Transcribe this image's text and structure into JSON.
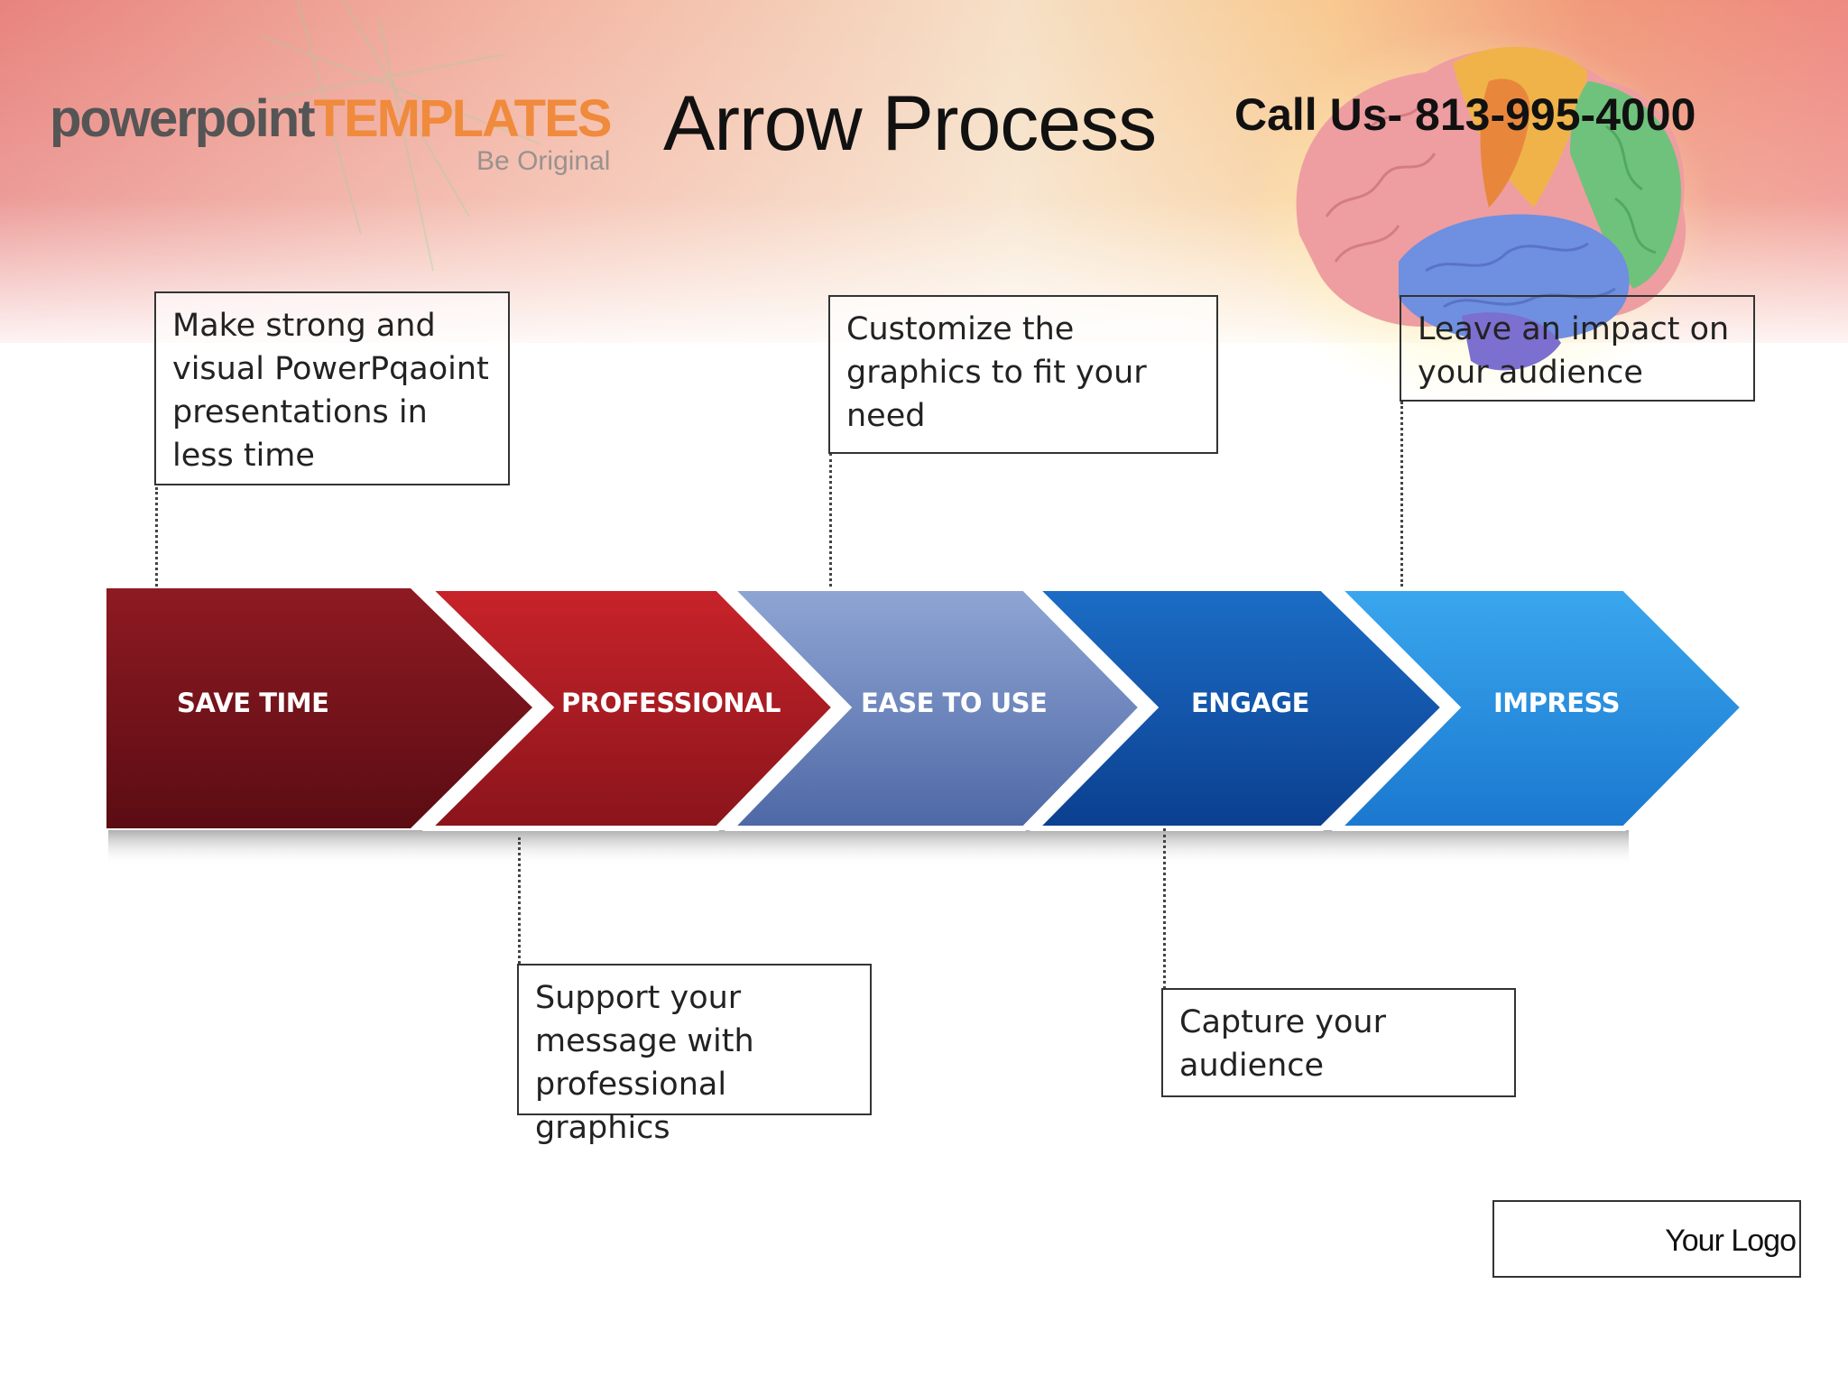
{
  "header": {
    "logo_part1": "powerpoint",
    "logo_part2": "TEMPLATES",
    "logo_tagline": "Be Original",
    "title": "Arrow Process",
    "phone": "Call Us- 813-995-4000"
  },
  "steps": [
    {
      "label": "SAVE TIME",
      "color_top": "#8e1a22",
      "color_bottom": "#5b0c13"
    },
    {
      "label": "PROFESSIONAL",
      "color_top": "#c8232a",
      "color_bottom": "#8a141b"
    },
    {
      "label": "EASE TO USE",
      "color_top": "#8fa6d4",
      "color_bottom": "#4e68a6"
    },
    {
      "label": "ENGAGE",
      "color_top": "#1c6dc6",
      "color_bottom": "#0b3f8f"
    },
    {
      "label": "IMPRESS",
      "color_top": "#3aa7ee",
      "color_bottom": "#1a78cf"
    }
  ],
  "callouts": {
    "save_time": "Make strong and visual PowerPqaoint presentations in less time",
    "professional": "Support your message with professional graphics",
    "ease_to_use": "Customize the graphics to fit your need",
    "engage": "Capture your audience",
    "impress": "Leave an impact on your audience"
  },
  "footer": {
    "logo_placeholder": "Your Logo"
  },
  "colors": {
    "background_top": "#f0a0a0",
    "accent_orange": "#f08a3c"
  },
  "icons": [
    "brain-illustration"
  ]
}
